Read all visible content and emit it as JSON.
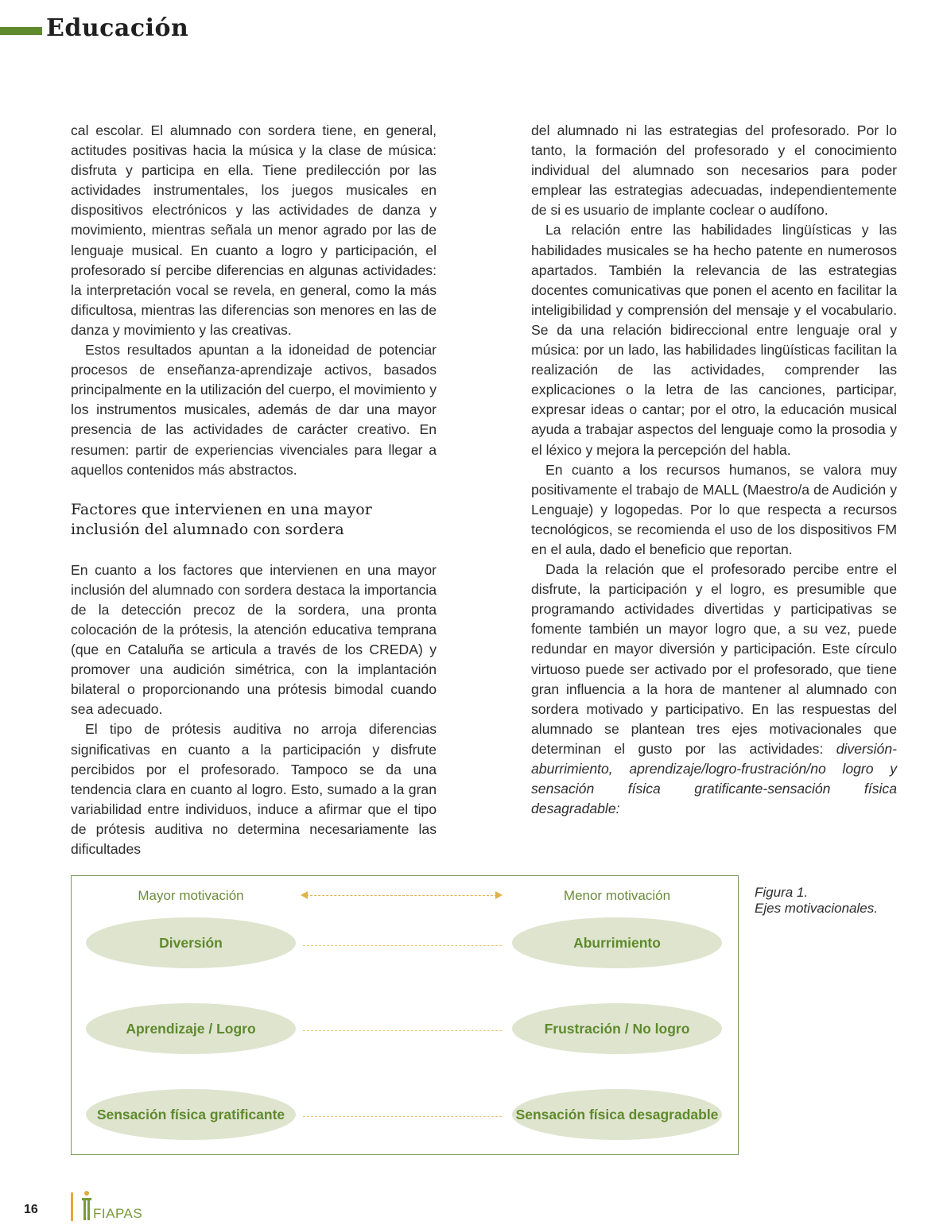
{
  "header": {
    "section": "Educación"
  },
  "left_column": {
    "p1": "cal escolar. El alumnado con sordera tiene, en general, actitudes positivas hacia la música y la clase de música: disfruta y participa en ella. Tiene predilección por las actividades instrumentales, los juegos musicales en dispositivos electrónicos y las actividades de danza y movimiento, mientras señala un menor agrado por las de lenguaje musical. En cuanto a logro y participación, el profesorado sí percibe diferencias en algunas actividades: la interpretación vocal se revela, en general, como la más dificultosa, mientras las diferencias son menores en las de danza y movimiento y las creativas.",
    "p2": "Estos resultados apuntan a la idoneidad de potenciar procesos de enseñanza-aprendizaje activos, basados principalmente en la utilización del cuerpo, el movimiento y los instrumentos musicales, además de dar una mayor presencia de las actividades de carácter creativo. En resumen: partir de experiencias vivenciales para llegar a aquellos contenidos más abstractos.",
    "heading": "Factores que intervienen en una mayor inclusión del alumnado con sordera",
    "p3": "En cuanto a los factores que intervienen en una mayor inclusión del alumnado con sordera destaca la importancia de la detección precoz de la sordera, una pronta colocación de la prótesis, la atención educativa temprana (que en Cataluña se articula a través de los CREDA) y promover una audición simétrica, con la implantación bilateral o proporcionando una prótesis bimodal cuando sea adecuado.",
    "p4": "El tipo de prótesis auditiva no arroja diferencias significativas en cuanto a la participación y disfrute percibidos por el profesorado. Tampoco se da una tendencia clara en cuanto al logro. Esto, sumado a la gran variabilidad entre individuos, induce a afirmar que el tipo de prótesis auditiva no determina necesariamente las dificultades"
  },
  "right_column": {
    "p1": "del alumnado ni las estrategias del profesorado. Por lo tanto, la formación del profesorado y el conocimiento individual del alumnado son necesarios para poder emplear las estrategias adecuadas, independientemente de si es usuario de implante coclear o audífono.",
    "p2": "La relación entre las habilidades lingüísticas y las habilidades musicales se ha hecho patente en numerosos apartados. También la relevancia de las estrategias docentes comunicativas que ponen el acento en facilitar la inteligibilidad y comprensión del mensaje y el vocabulario. Se da una relación bidireccional entre lenguaje oral y música: por un lado, las habilidades lingüísticas facilitan la realización de las actividades, comprender las explicaciones o la letra de las canciones, participar, expresar ideas o cantar; por el otro, la educación musical ayuda a trabajar aspectos del lenguaje como la prosodia y el léxico y mejora la percepción del habla.",
    "p3": "En cuanto a los recursos humanos, se valora muy positivamente el trabajo de MALL (Maestro/a de Audición y Lenguaje) y logopedas. Por lo que respecta a recursos tecnológicos, se recomienda el uso de los dispositivos FM en el aula, dado el beneficio que reportan.",
    "p4_text": "Dada la relación que el profesorado percibe entre el disfrute, la participación y el logro, es presumible que programando actividades divertidas y participativas se fomente también un mayor logro que, a su vez, puede redundar en mayor diversión y participación. Este círculo virtuoso puede ser activado por el profesorado, que tiene gran influencia a la hora de mantener al alumnado con sordera motivado y participativo. En las respuestas del alumnado se plantean tres ejes motivacionales que determinan el gusto por las actividades: ",
    "p4_italic": "diversión-aburrimiento, aprendizaje/logro-frustración/no logro y sensación física gratificante-sensación física desagradable:"
  },
  "figure": {
    "left_label": "Mayor motivación",
    "right_label": "Menor motivación",
    "rows": [
      {
        "left": "Diversión",
        "right": "Aburrimiento"
      },
      {
        "left": "Aprendizaje / Logro",
        "right": "Frustración / No logro"
      },
      {
        "left": "Sensación física gratificante",
        "right": "Sensación física desagradable"
      }
    ],
    "caption_line1": "Figura 1.",
    "caption_line2": "Ejes motivacionales."
  },
  "footer": {
    "page_number": "16",
    "logo_text": "FIAPAS"
  },
  "colors": {
    "accent_green": "#5e8a2c",
    "oval_fill": "#dfe4cf",
    "arrow_gold": "#e0b24b"
  }
}
